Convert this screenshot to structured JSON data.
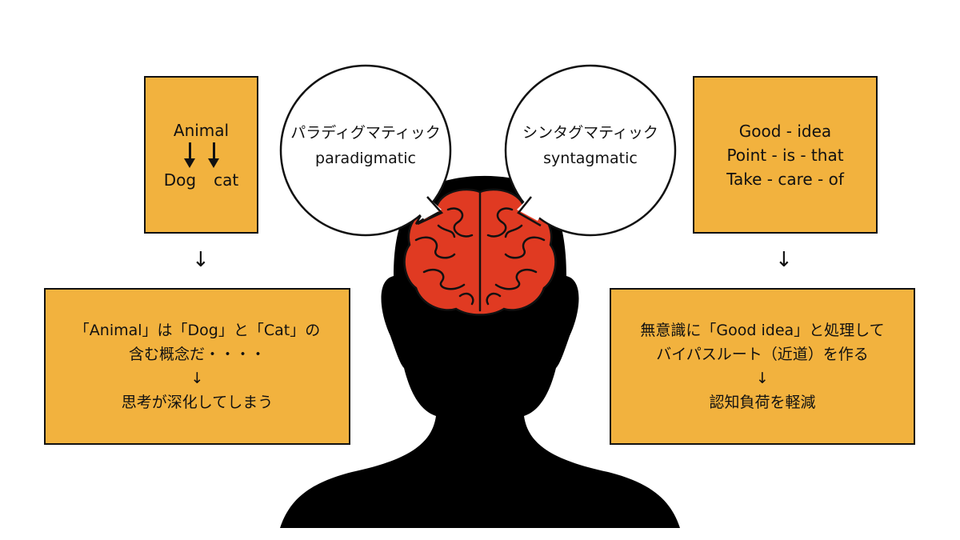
{
  "left_top_box": {
    "word_top": "Animal",
    "word_left": "Dog",
    "word_right": "cat"
  },
  "left_bottom_box": {
    "line1": "「Animal」は「Dog」と「Cat」の",
    "line2": "含む概念だ・・・・",
    "arrow": "↓",
    "line3": "思考が深化してしまう"
  },
  "left_bubble": {
    "jp": "パラディグマティック",
    "en": "paradigmatic"
  },
  "right_bubble": {
    "jp": "シンタグマティック",
    "en": "syntagmatic"
  },
  "right_top_box": {
    "line1": "Good - idea",
    "line2": "Point - is - that",
    "line3": "Take - care - of"
  },
  "right_bottom_box": {
    "line1": "無意識に「Good idea」と処理して",
    "line2": "バイパスルート（近道）を作る",
    "arrow": "↓",
    "line3": "認知負荷を軽減"
  },
  "connector_arrows": [
    "↓",
    "↓"
  ],
  "colors": {
    "box_fill": "#f2b23e",
    "brain": "#e03a22",
    "silhouette": "#000000"
  }
}
